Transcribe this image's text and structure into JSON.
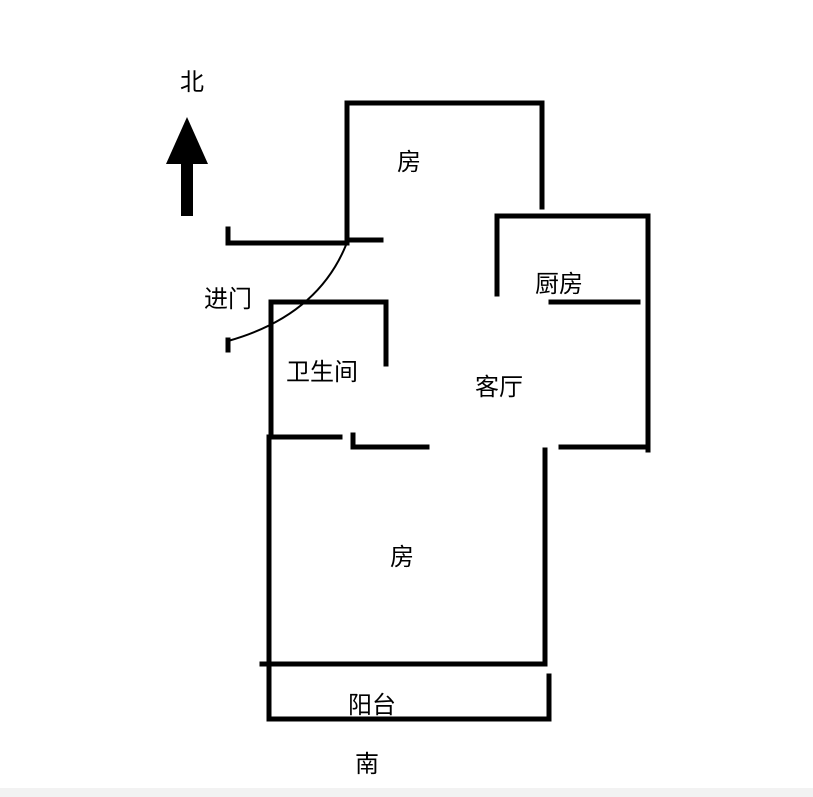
{
  "labels": {
    "north": "北",
    "south": "南",
    "entrance": "进门",
    "room_top": "房",
    "kitchen": "厨房",
    "bathroom": "卫生间",
    "living_room": "客厅",
    "room_bottom": "房",
    "balcony": "阳台"
  }
}
